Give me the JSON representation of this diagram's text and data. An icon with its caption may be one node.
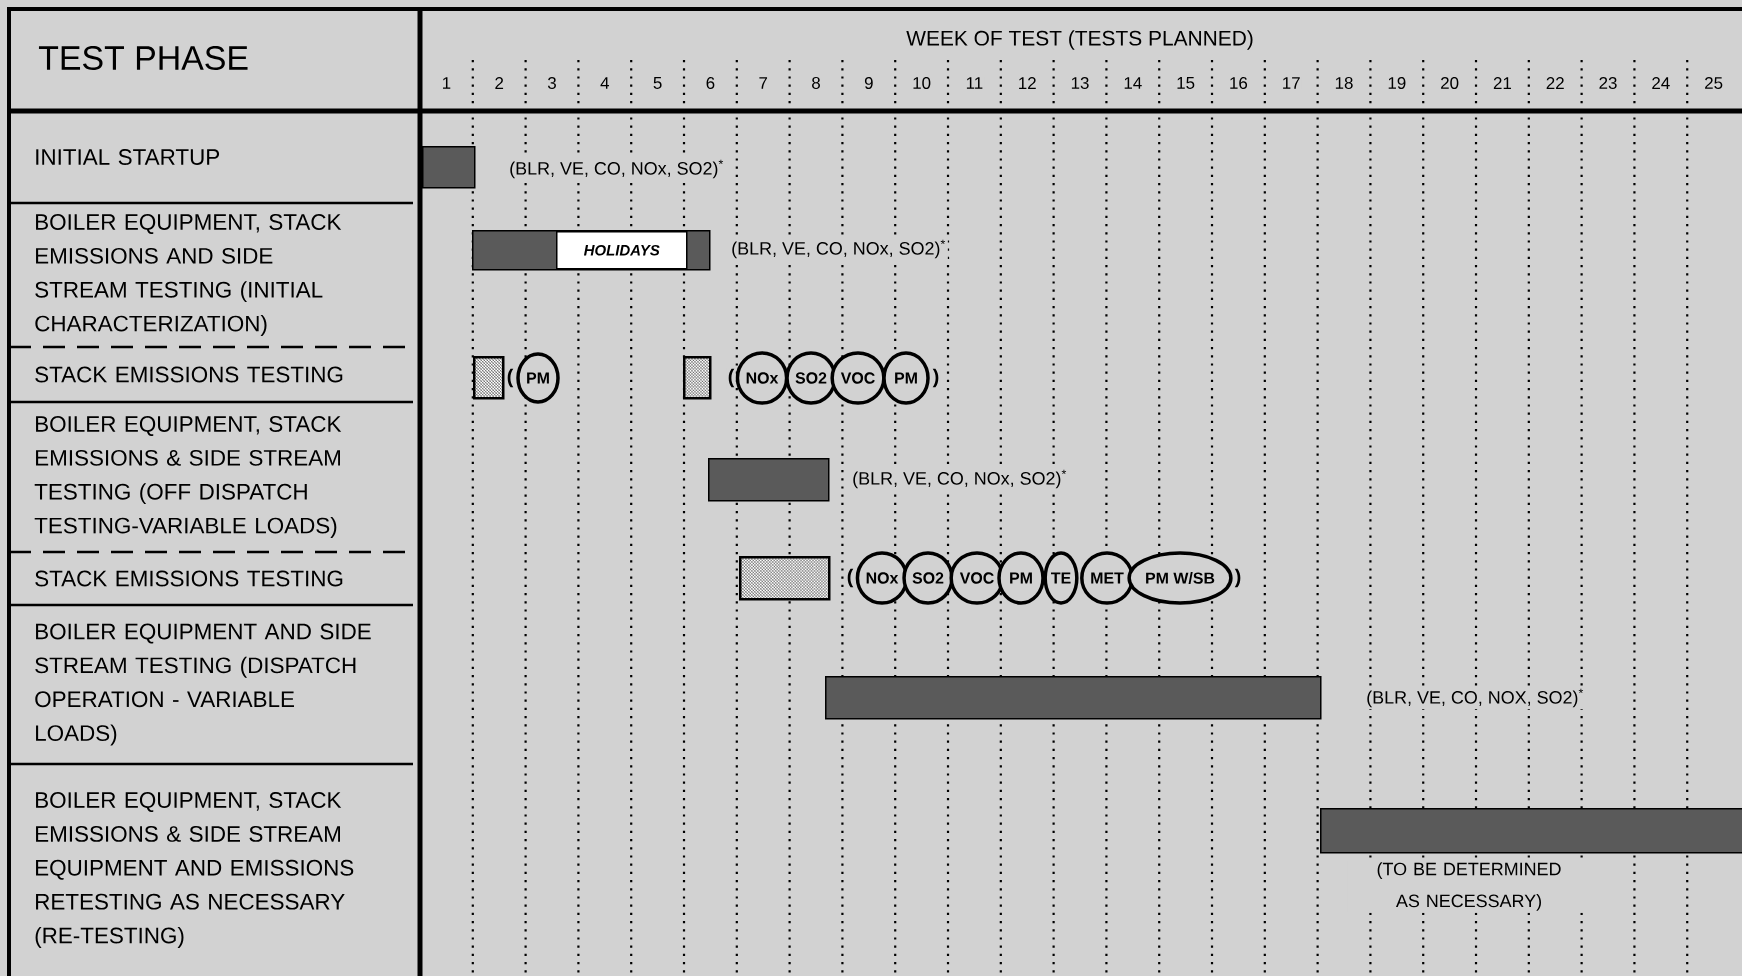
{
  "diagram": {
    "nodes": [
      {
        "text": [
          "TEST PHASE"
        ]
      },
      {
        "text": [
          "WEEK OF TEST (TESTS PLANNED)"
        ]
      },
      {
        "text": [
          "INITIAL STARTUP"
        ]
      },
      {
        "text": [
          "BOILER EQUIPMENT, STACK EMISSIONS AND SIDE STREAM TESTING (INITIAL CHARACTERIZATION)"
        ]
      },
      {
        "text": [
          "STACK EMISSIONS TESTING"
        ]
      },
      {
        "text": [
          "BOILER EQUIPMENT, STACK EMISSIONS & SIDE STREAM TESTING (OFF DISPATCH TESTING-VARIABLE LOADS)"
        ]
      },
      {
        "text": [
          "STACK EMISSIONS TESTING"
        ]
      },
      {
        "text": [
          "BOILER EQUIPMENT AND SIDE STREAM TESTING (DISPATCH OPERATION - VARIABLE LOADS)"
        ]
      },
      {
        "text": [
          "BOILER EQUIPMENT, STACK EMISSIONS & SIDE STREAM EQUIPMENT AND EMISSIONS RETESTING AS NECESSARY (RE-TESTING)"
        ]
      },
      {
        "text": [],
        "shape": "bar",
        "beside": [
          "(BLR, VE, CO, NOx, SO2)$^{*}$"
        ]
      },
      {
        "text": [],
        "shape": "bar",
        "beside": [
          "(BLR, VE, CO, NOx, SO2)$^{*}$"
        ]
      },
      {
        "text": [
          "HOLIDAYS"
        ],
        "in": 10
      },
      {
        "text": [],
        "shape": "box"
      },
      {
        "text": [
          "PM"
        ]
      },
      {
        "text": [],
        "shape": "box"
      },
      {
        "text": [
          "NOx"
        ]
      },
      {
        "text": [
          "SO2"
        ]
      },
      {
        "text": [
          "VOC"
        ]
      },
      {
        "text": [
          "PM"
        ]
      },
      {
        "text": [],
        "shape": "bar",
        "beside": [
          "(BLR, VE, CO, NOx, SO2)$^{*}$"
        ]
      },
      {
        "text": [],
        "shape": "box"
      },
      {
        "text": [
          "NOx"
        ]
      },
      {
        "text": [
          "SO2"
        ]
      },
      {
        "text": [
          "VOC"
        ]
      },
      {
        "text": [
          "PM"
        ]
      },
      {
        "text": [
          "TE"
        ]
      },
      {
        "text": [
          "MET"
        ]
      },
      {
        "text": [
          "PM W/SB"
        ]
      },
      {
        "text": [],
        "shape": "bar",
        "beside": [
          "(BLR, VE, CO, NOX, SO2)$^{*}$"
        ]
      },
      {
        "text": [],
        "shape": "bar",
        "beside": [
          "(TO BE DETERMINED AS NECESSARY)"
        ]
      }
    ],
    "labels": [
      "1",
      "2",
      "3",
      "4",
      "5",
      "6",
      "7",
      "8",
      "9",
      "10",
      "11",
      "12",
      "13",
      "14",
      "15",
      "16",
      "17",
      "18",
      "19",
      "20",
      "21",
      "22",
      "23",
      "24",
      "25",
      "(",
      "(",
      ")",
      "(",
      ")"
    ]
  }
}
